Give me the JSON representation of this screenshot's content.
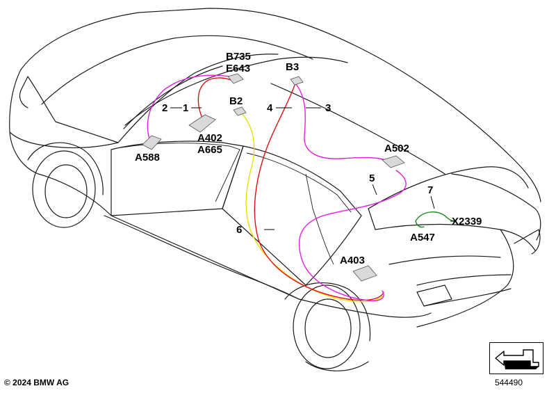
{
  "labels": {
    "b735": "B735",
    "e643": "E643",
    "b3": "B3",
    "b2": "B2",
    "a402": "A402",
    "a665": "A665",
    "a588": "A588",
    "a502": "A502",
    "a403": "A403",
    "a547": "A547",
    "x2339": "X2339"
  },
  "callouts": {
    "c1": "1",
    "c2": "2",
    "c3": "3",
    "c4": "4",
    "c5": "5",
    "c6": "6",
    "c7": "7"
  },
  "wire_colors": {
    "magenta": "#e020e0",
    "red": "#e01010",
    "yellow": "#e8e000",
    "green": "#1a8a1a"
  },
  "footer": {
    "copyright": "© 2024 BMW AG",
    "reference": "544490"
  },
  "icons": {
    "nav": "return-arrow-icon"
  }
}
